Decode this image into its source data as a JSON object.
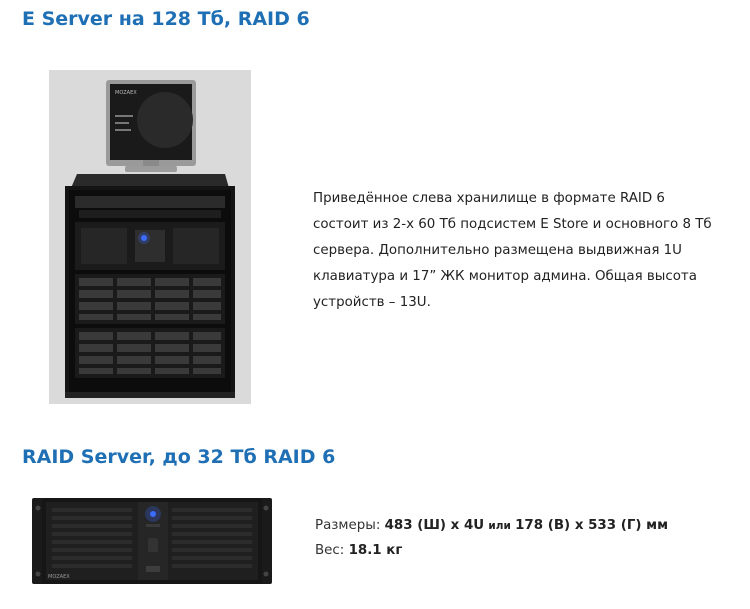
{
  "sections": [
    {
      "title": "E Server на 128 Тб, RAID 6",
      "description": "Приведённое слева хранилище в формате RAID 6 состоит из 2-х 60 Тб подсистем E Store и основного 8 Тб сервера. Дополнительно размещена выдвижная 1U клавиатура и 17” ЖК монитор админа. Общая высота устройств – 13U.",
      "monitor_logo": "MOZAEX"
    },
    {
      "title": "RAID Server, до 32 Тб RAID 6",
      "dimensions_label": "Размеры:",
      "width_value": "483 (Ш) х 4U",
      "or_text": "или",
      "height_depth_value": "178 (В) х 533 (Г) мм",
      "weight_label": "Вес:",
      "weight_value": "18.1 кг",
      "chassis_logo": "MOZAEX"
    }
  ],
  "colors": {
    "heading": "#1f6fb5",
    "led": "#3b6bff"
  },
  "icons": {
    "rack_image": "server-rack-photo",
    "server_image": "rackmount-server-photo"
  }
}
